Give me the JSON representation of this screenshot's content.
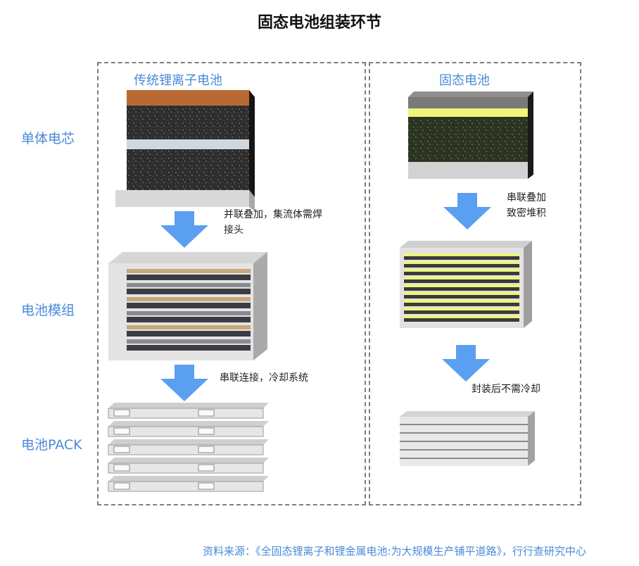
{
  "title": "固态电池组装环节",
  "columns": {
    "traditional": "传统锂离子电池",
    "solid": "固态电池"
  },
  "rows": {
    "cell": "单体电芯",
    "module": "电池模组",
    "pack": "电池PACK"
  },
  "notes": {
    "trad_step1_line1": "并联叠加，集流体需焊",
    "trad_step1_line2": "接头",
    "trad_step2": "串联连接，冷却系统",
    "solid_step1_line1": "串联叠加",
    "solid_step1_line2": "致密堆积",
    "solid_step2": "封装后不需冷却"
  },
  "source": "资料来源：《全固态锂离子和锂金属电池:为大规模生产铺平道路》，行行查研究中心",
  "colors": {
    "accent_blue": "#4a8ad8",
    "arrow_blue": "#5b9ff0",
    "dashed_border": "#7f7f7f",
    "copper": "#c0743a",
    "electrolyte_yellow": "#eef57a"
  }
}
